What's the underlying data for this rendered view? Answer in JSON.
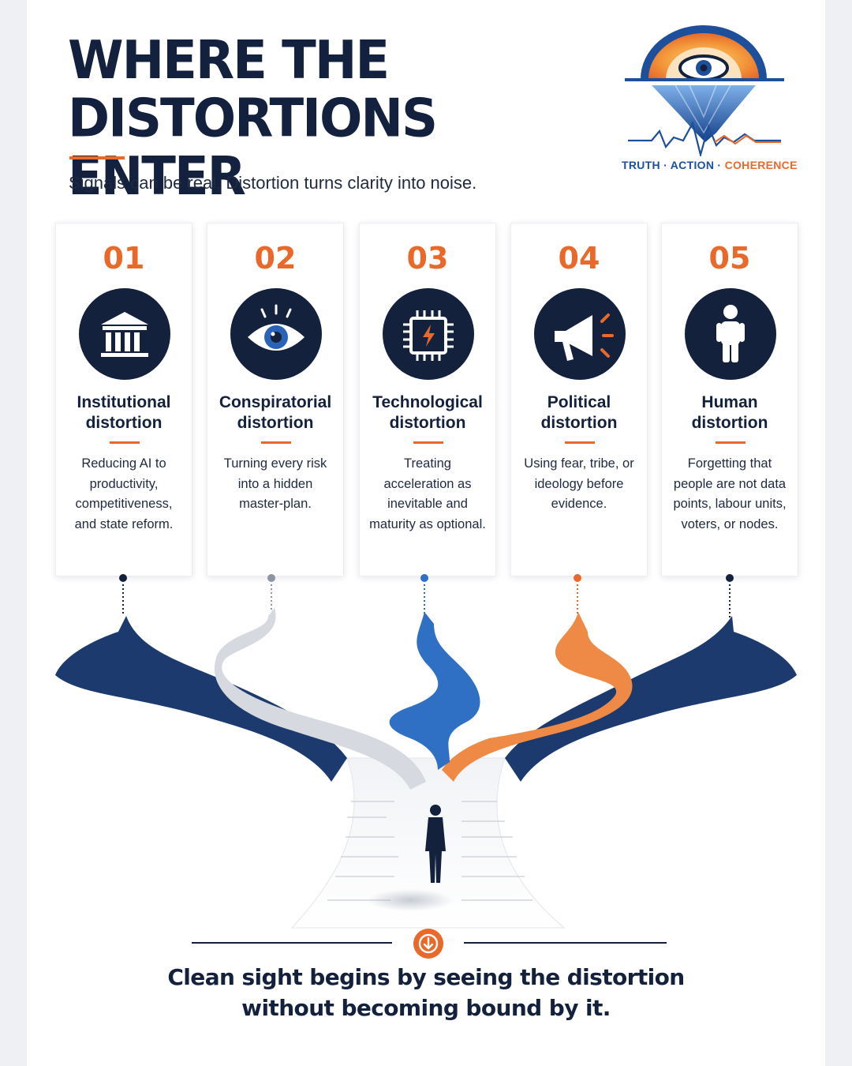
{
  "header": {
    "title_line1": "WHERE THE",
    "title_line2": "DISTORTIONS ENTER",
    "subtitle": "Signals can be real. Distortion turns clarity into noise."
  },
  "logo": {
    "icon": "eye-iceberg-logo-icon",
    "tagline_part1": "TRUTH",
    "tagline_sep1": " · ",
    "tagline_part2": "ACTION",
    "tagline_sep2": " · ",
    "tagline_part3": "COHERENCE"
  },
  "distortions": [
    {
      "number": "01",
      "icon": "institution-building-icon",
      "label_line1": "Institutional",
      "label_line2": "distortion",
      "description": "Reducing AI to productivity, competitiveness, and state reform.",
      "path_color": "#1d3a6e"
    },
    {
      "number": "02",
      "icon": "eye-icon",
      "label_line1": "Conspiratorial",
      "label_line2": "distortion",
      "description": "Turning every risk into a hidden master-plan.",
      "path_color": "#c9ced6"
    },
    {
      "number": "03",
      "icon": "microchip-icon",
      "label_line1": "Technological",
      "label_line2": "distortion",
      "description": "Treating acceleration as inevitable and maturity as optional.",
      "path_color": "#2f6fc4"
    },
    {
      "number": "04",
      "icon": "megaphone-icon",
      "label_line1": "Political",
      "label_line2": "distortion",
      "description": "Using fear, tribe, or ideology before evidence.",
      "path_color": "#ee8a45"
    },
    {
      "number": "05",
      "icon": "person-icon",
      "label_line1": "Human",
      "label_line2": "distortion",
      "description": "Forgetting that people are not data points, labour units, voters, or nodes.",
      "path_color": "#1d3a6e"
    }
  ],
  "footer": {
    "icon": "arrow-down-icon",
    "closing_line1": "Clean sight begins by seeing the distortion",
    "closing_line2": "without becoming bound by it."
  },
  "colors": {
    "navy": "#14213d",
    "accent_orange": "#e8692a",
    "brand_blue": "#1d4f9a"
  }
}
